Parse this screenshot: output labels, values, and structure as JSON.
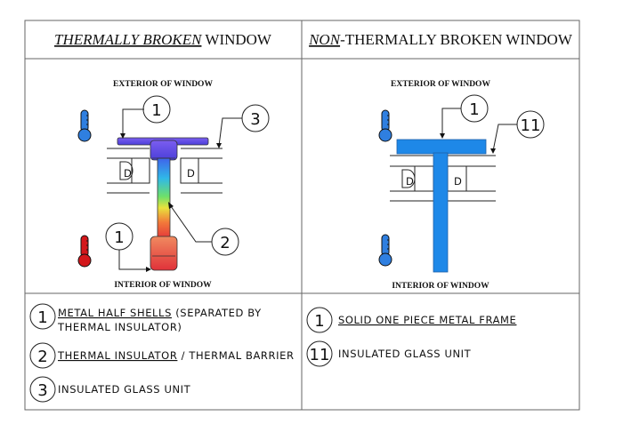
{
  "header": {
    "left_title_emph": "THERMALLY BROKEN",
    "left_title_rest": " WINDOW",
    "right_title_emph": "NON",
    "right_title_rest": "-THERMALLY BROKEN WINDOW"
  },
  "left_panel": {
    "exterior_label": "EXTERIOR OF WINDOW",
    "interior_label": "INTERIOR OF WINDOW",
    "callouts": [
      "1",
      "3",
      "1",
      "2"
    ],
    "glass_letter": "D"
  },
  "right_panel": {
    "exterior_label": "EXTERIOR OF WINDOW",
    "interior_label": "INTERIOR OF WINDOW",
    "callouts": [
      "1",
      "11"
    ],
    "glass_letter": "D"
  },
  "legend_left": [
    {
      "key": "1",
      "line1_emph": "METAL HALF SHELLS",
      "line1_rest": " (SEPARATED BY",
      "line2": "THERMAL INSULATOR)"
    },
    {
      "key": "2",
      "line1_emph": "THERMAL INSULATOR",
      "line1_rest": " / THERMAL BARRIER",
      "line2": ""
    },
    {
      "key": "3",
      "line1_emph": "",
      "line1_rest": "INSULATED GLASS UNIT",
      "line2": ""
    }
  ],
  "legend_right": [
    {
      "key": "1",
      "line1_emph": "SOLID ONE PIECE METAL FRAME",
      "line1_rest": ""
    },
    {
      "key": "11",
      "line1_emph": "",
      "line1_rest": "INSULATED GLASS UNIT"
    }
  ],
  "colors": {
    "cold": "#2f7fe0",
    "hot": "#d3171b",
    "frame_blue": "#1e88e8",
    "shell_purple": "#5e4fe0",
    "border": "#666666"
  },
  "icons": [
    "thermometer-cold-icon",
    "thermometer-hot-icon"
  ]
}
